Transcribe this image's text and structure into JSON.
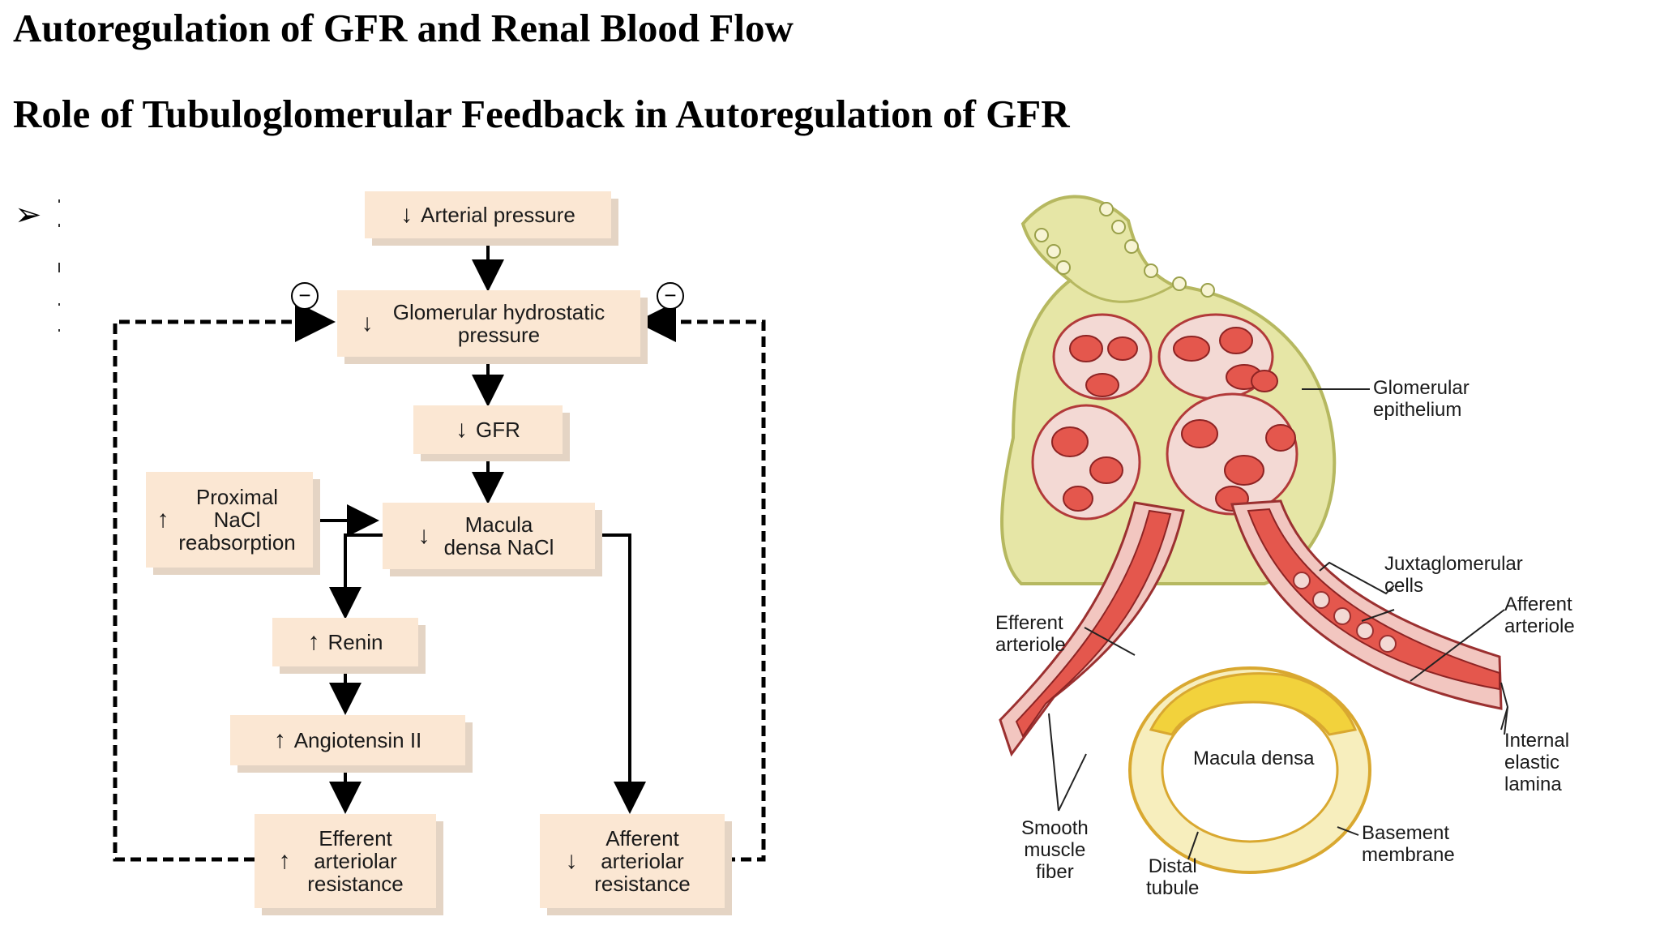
{
  "heading": "Autoregulation of GFR and Renal Blood Flow",
  "subheading": "Role of Tubuloglomerular Feedback in Autoregulation of GFR",
  "bullet_symbol": "➢",
  "flowchart": {
    "arterial_pressure": {
      "arrow": "↓",
      "label": "Arterial pressure"
    },
    "glomerular_pressure": {
      "arrow": "↓",
      "label": "Glomerular hydrostatic pressure"
    },
    "gfr": {
      "arrow": "↓",
      "label": "GFR"
    },
    "proximal": {
      "arrow": "↑",
      "label": "Proximal NaCl reabsorption"
    },
    "macula_densa": {
      "arrow": "↓",
      "label": "Macula densa NaCl"
    },
    "renin": {
      "arrow": "↑",
      "label": "Renin"
    },
    "angiotensin": {
      "arrow": "↑",
      "label": "Angiotensin II"
    },
    "efferent": {
      "arrow": "↑",
      "label": "Efferent arteriolar resistance"
    },
    "afferent": {
      "arrow": "↓",
      "label": "Afferent arteriolar resistance"
    },
    "feedback_sign": "−"
  },
  "anatomy_labels": {
    "glomerular_epithelium": "Glomerular\nepithelium",
    "juxtaglomerular_cells": "Juxtaglomerular\ncells",
    "afferent_arteriole": "Afferent\narteriole",
    "efferent_arteriole": "Efferent\narteriole",
    "macula_densa": "Macula densa",
    "internal_elastic_lamina": "Internal\nelastic\nlamina",
    "smooth_muscle_fiber": "Smooth\nmuscle\nfiber",
    "distal_tubule": "Distal\ntubule",
    "basement_membrane": "Basement\nmembrane"
  },
  "colors": {
    "box_fill": "#fbe7d3",
    "capsule": "#e6e6a6",
    "vessel": "#e4574d",
    "tubule": "#f2d23c"
  }
}
